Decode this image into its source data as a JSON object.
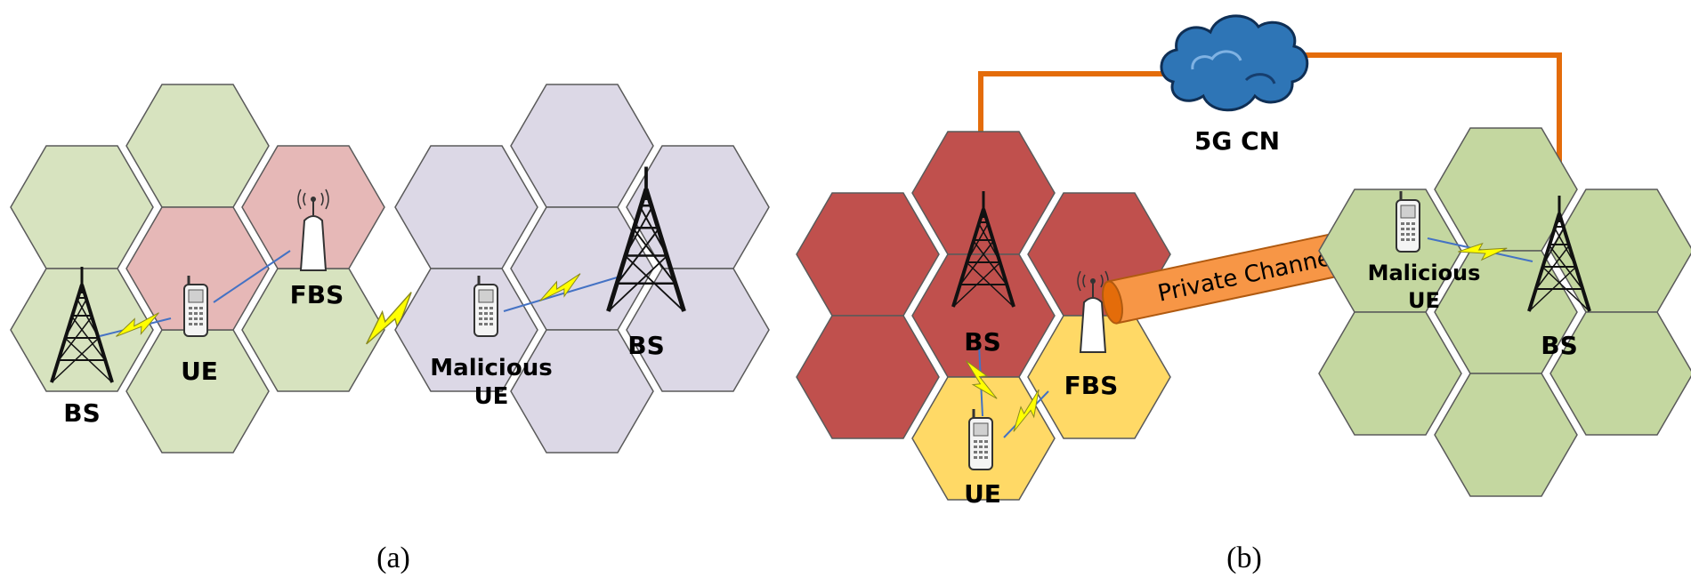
{
  "panel_a": {
    "labels": {
      "bs": "BS",
      "ue": "UE",
      "fbs": "FBS",
      "malicious_ue_line1": "Malicious",
      "malicious_ue_line2": "UE",
      "bs_right": "BS"
    },
    "caption": "(a)"
  },
  "panel_b": {
    "labels": {
      "cn": "5G CN",
      "bs": "BS",
      "fbs": "FBS",
      "ue": "UE",
      "private_channel": "Private Channel",
      "malicious_ue_line1": "Malicious",
      "malicious_ue_line2": "UE",
      "bs_right": "BS"
    },
    "caption": "(b)"
  },
  "colors": {
    "green_cell": "#d7e3bf",
    "green_cell_dark": "#c4d7a0",
    "red_cell_light": "#e6b8b7",
    "lavender_cell": "#dcd8e6",
    "red_cell": "#c0504d",
    "yellow_cell": "#ffd966",
    "orange_link": "#e46c0a",
    "cloud": "#2e75b6",
    "lightning": "#ffff00"
  },
  "icons": [
    "tower-icon",
    "phone-icon",
    "femtocell-icon",
    "lightning-icon",
    "cloud-icon"
  ]
}
